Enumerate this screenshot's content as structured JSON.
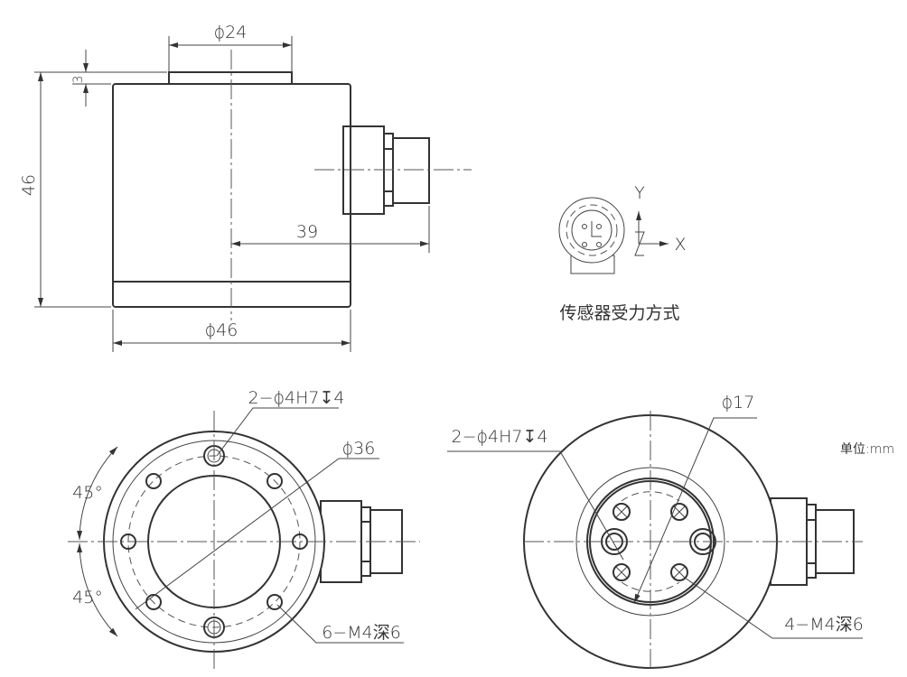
{
  "side_view": {
    "dim_top_diameter": "ϕ24",
    "dim_top_height": "3",
    "dim_height": "46",
    "dim_connector_offset": "39",
    "dim_body_diameter": "ϕ46"
  },
  "force_diagram": {
    "axis_y": "Y",
    "axis_x": "X",
    "axis_z": "Z",
    "caption": "传感器受力方式"
  },
  "bottom_left_view": {
    "pin_holes": "2−ϕ4H7↧4",
    "bolt_circle": "ϕ36",
    "angle_top": "45°",
    "angle_bottom": "45°",
    "threaded_holes": "6−M4深6"
  },
  "bottom_right_view": {
    "pin_holes": "2−ϕ4H7↧4",
    "bolt_circle": "ϕ17",
    "threaded_holes": "4−M4深6"
  },
  "units_note": "单位:mm"
}
